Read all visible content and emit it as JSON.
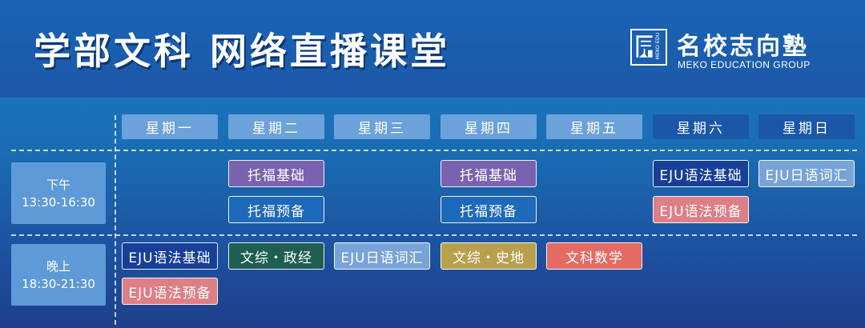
{
  "header": {
    "title": "学部文科  网络直播课堂",
    "logo_cn": "名校志向塾",
    "logo_en": "MEKO EDUCATION GROUP",
    "logo_mark": "MEKO EDU"
  },
  "days": [
    "星期一",
    "星期二",
    "星期三",
    "星期四",
    "星期五",
    "星期六",
    "星期日"
  ],
  "slots": {
    "afternoon": {
      "label": "下午",
      "time": "13:30-16:30"
    },
    "evening": {
      "label": "晚上",
      "time": "18:30-21:30"
    }
  },
  "courses": {
    "afternoon": {
      "tue_1": "托福基础",
      "tue_2": "托福预备",
      "thu_1": "托福基础",
      "thu_2": "托福预备",
      "sat_1": "EJU语法基础",
      "sat_2": "EJU语法预备",
      "sun_1": "EJU日语词汇"
    },
    "evening": {
      "mon_1": "EJU语法基础",
      "mon_2": "EJU语法预备",
      "tue_1": "文综・政经",
      "wed_1": "EJU日语词汇",
      "thu_1": "文综・史地",
      "fri_1": "文科数学"
    }
  },
  "colors": {
    "purple": "#7a62b0",
    "blue": "#1d69bc",
    "navy": "#173f97",
    "light_blue": "#78a3d8",
    "pink": "#dd7f87",
    "green": "#1f5e52",
    "gold": "#b8a04f",
    "coral": "#e36b63"
  }
}
